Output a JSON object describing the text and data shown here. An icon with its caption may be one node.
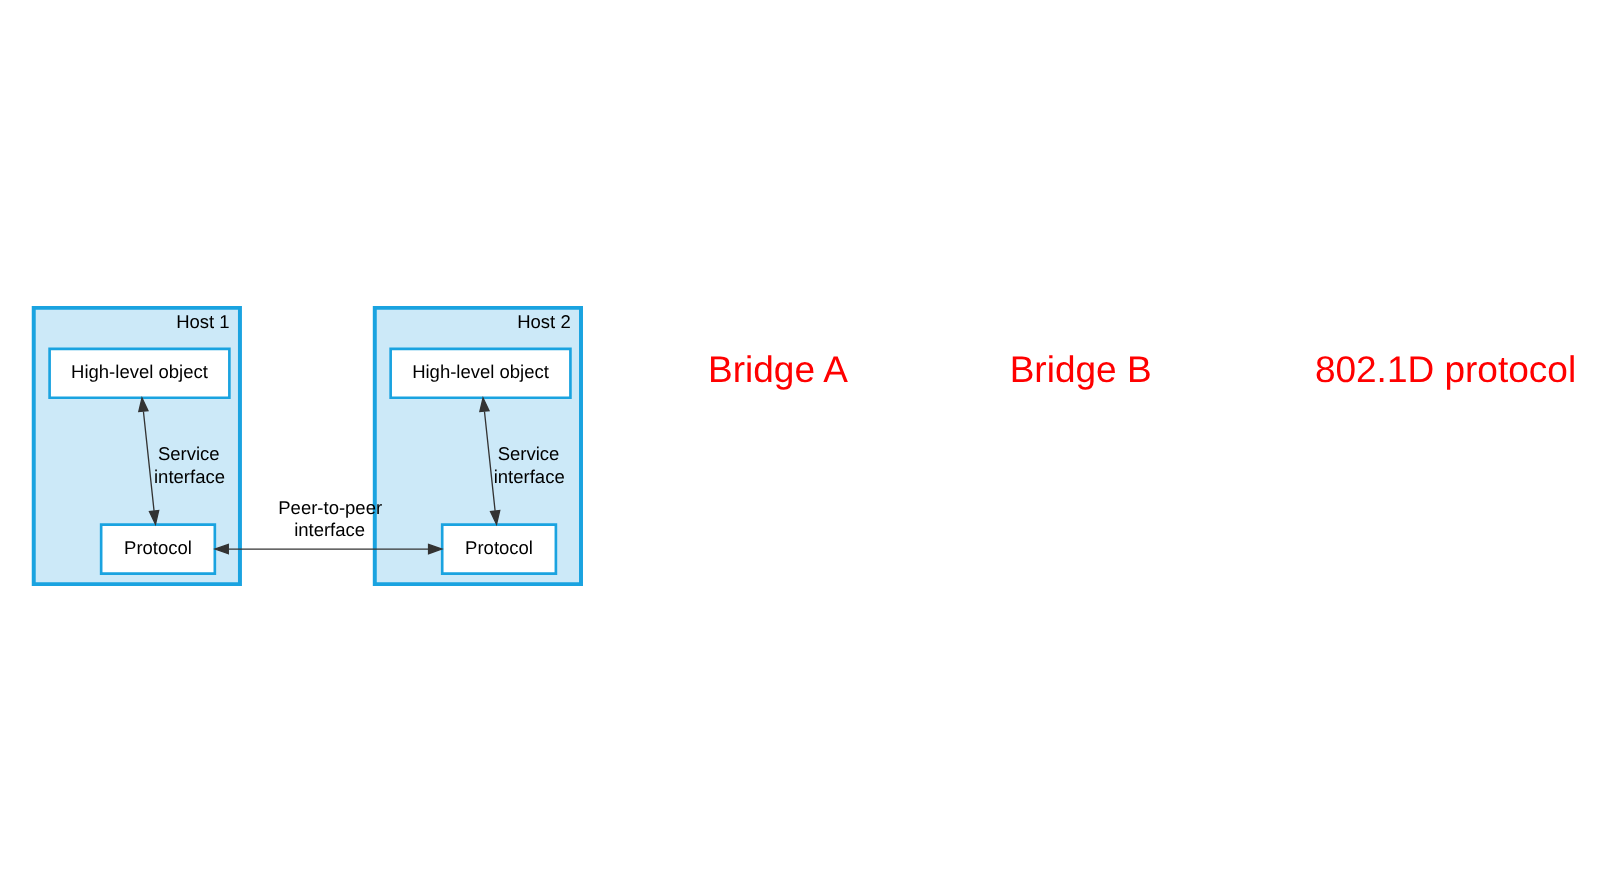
{
  "diagram": {
    "nodes": [
      {
        "text": [
          "Host 1"
        ]
      },
      {
        "text": [
          "High-level object"
        ],
        "in": 0
      },
      {
        "text": [
          "Protocol"
        ],
        "in": 0
      },
      {
        "text": [
          "Host 2"
        ]
      },
      {
        "text": [
          "High-level object"
        ],
        "in": 3
      },
      {
        "text": [
          "Protocol"
        ],
        "in": 3
      }
    ],
    "edges": [
      {
        "from": 1,
        "to": 2,
        "arrow": "both",
        "label": "Service interface"
      },
      {
        "from": 4,
        "to": 5,
        "arrow": "both",
        "label": "Service interface"
      },
      {
        "from": 2,
        "to": 5,
        "arrow": "both",
        "label": "Peer-to-peer interface"
      }
    ],
    "labels": [
      "Bridge A",
      "Bridge B",
      "802.1D protocol"
    ]
  }
}
